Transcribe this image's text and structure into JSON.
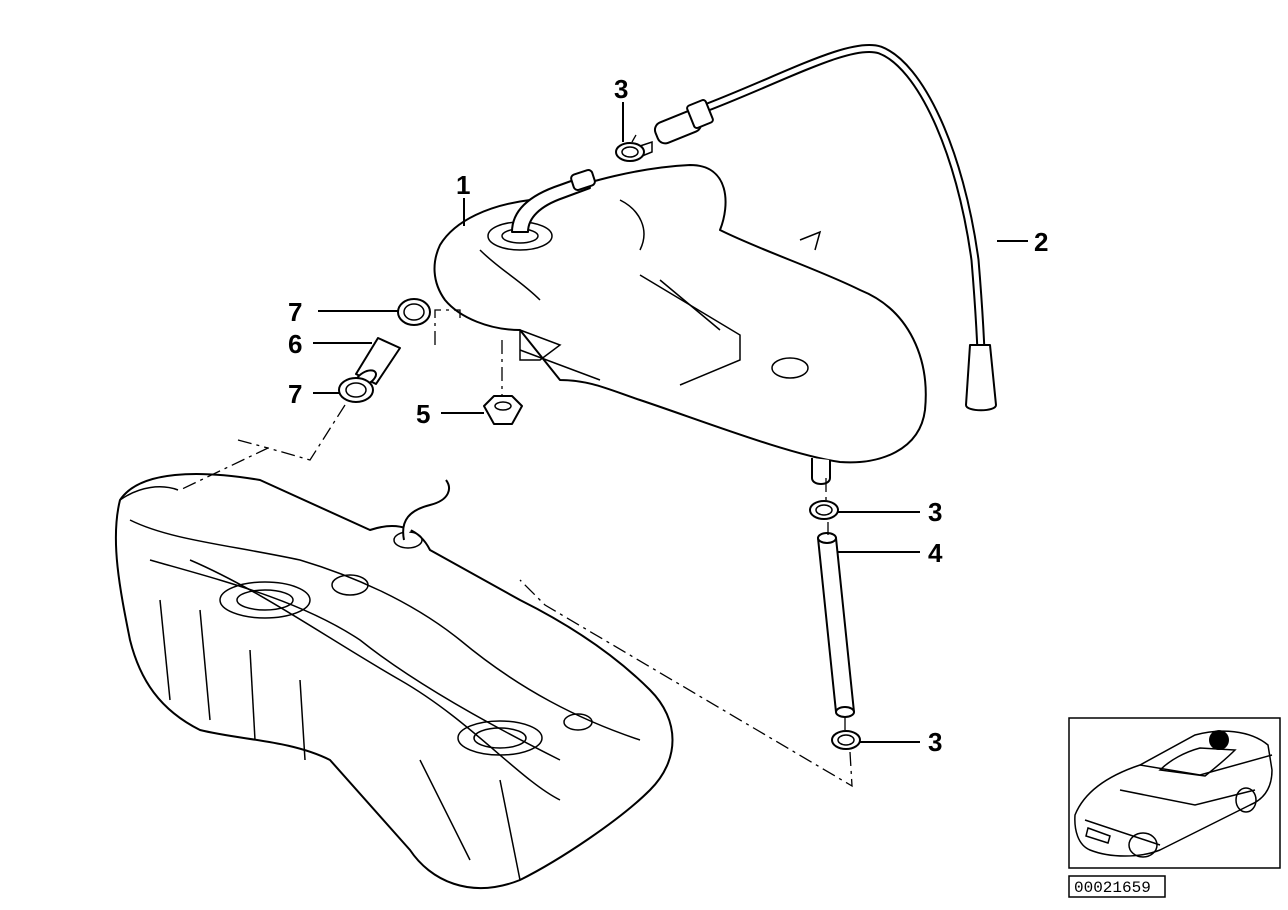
{
  "callouts": {
    "c1": "1",
    "c2": "2",
    "c3a": "3",
    "c3b": "3",
    "c3c": "3",
    "c4": "4",
    "c5": "5",
    "c6": "6",
    "c7a": "7",
    "c7b": "7"
  },
  "reference_number": "00021659"
}
